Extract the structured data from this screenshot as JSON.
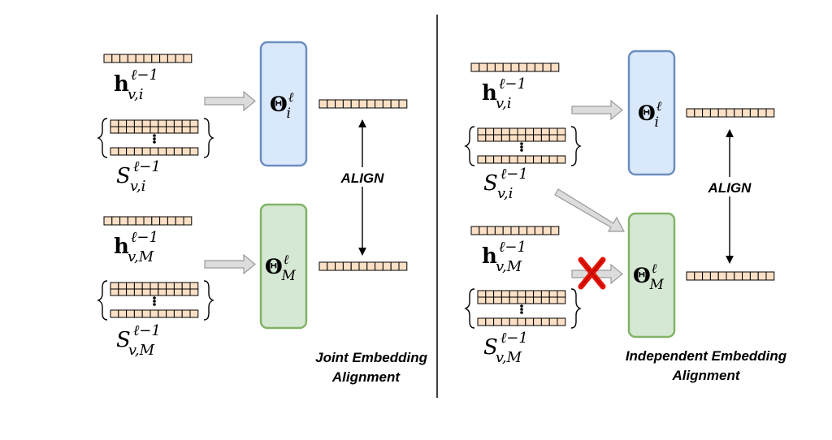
{
  "colors": {
    "vector_fill": "#fbe0c6",
    "theta_i_fill": "#dae8fc",
    "theta_i_stroke": "#6c8ebf",
    "theta_m_fill": "#d5e8d4",
    "theta_m_stroke": "#82b366",
    "arrow_gray": "#b3b3b3",
    "cross_red": "#e51400"
  },
  "left_panel": {
    "h_i": {
      "base": "h",
      "sup": "ℓ−1",
      "sub": "v,i"
    },
    "s_i": {
      "base": "S",
      "sup": "ℓ−1",
      "sub": "v,i"
    },
    "h_m": {
      "base": "h",
      "sup": "ℓ−1",
      "sub": "v,M"
    },
    "s_m": {
      "base": "S",
      "sup": "ℓ−1",
      "sub": "v,M"
    },
    "theta_i": {
      "base": "Θ",
      "sup": "ℓ",
      "sub": "i"
    },
    "theta_m": {
      "base": "Θ",
      "sup": "ℓ",
      "sub": "M"
    },
    "align_label": "ALIGN",
    "caption_line1": "Joint Embedding",
    "caption_line2": "Alignment"
  },
  "right_panel": {
    "h_i": {
      "base": "h",
      "sup": "ℓ−1",
      "sub": "v,i"
    },
    "s_i": {
      "base": "S",
      "sup": "ℓ−1",
      "sub": "v,i"
    },
    "h_m": {
      "base": "h",
      "sup": "ℓ−1",
      "sub": "v,M"
    },
    "s_m": {
      "base": "S",
      "sup": "ℓ−1",
      "sub": "v,M"
    },
    "theta_i": {
      "base": "Θ",
      "sup": "ℓ",
      "sub": "i"
    },
    "theta_m": {
      "base": "Θ",
      "sup": "ℓ",
      "sub": "M"
    },
    "align_label": "ALIGN",
    "caption_line1": "Independent Embedding",
    "caption_line2": "Alignment"
  },
  "icons": {
    "blocked": "red-x-icon"
  }
}
